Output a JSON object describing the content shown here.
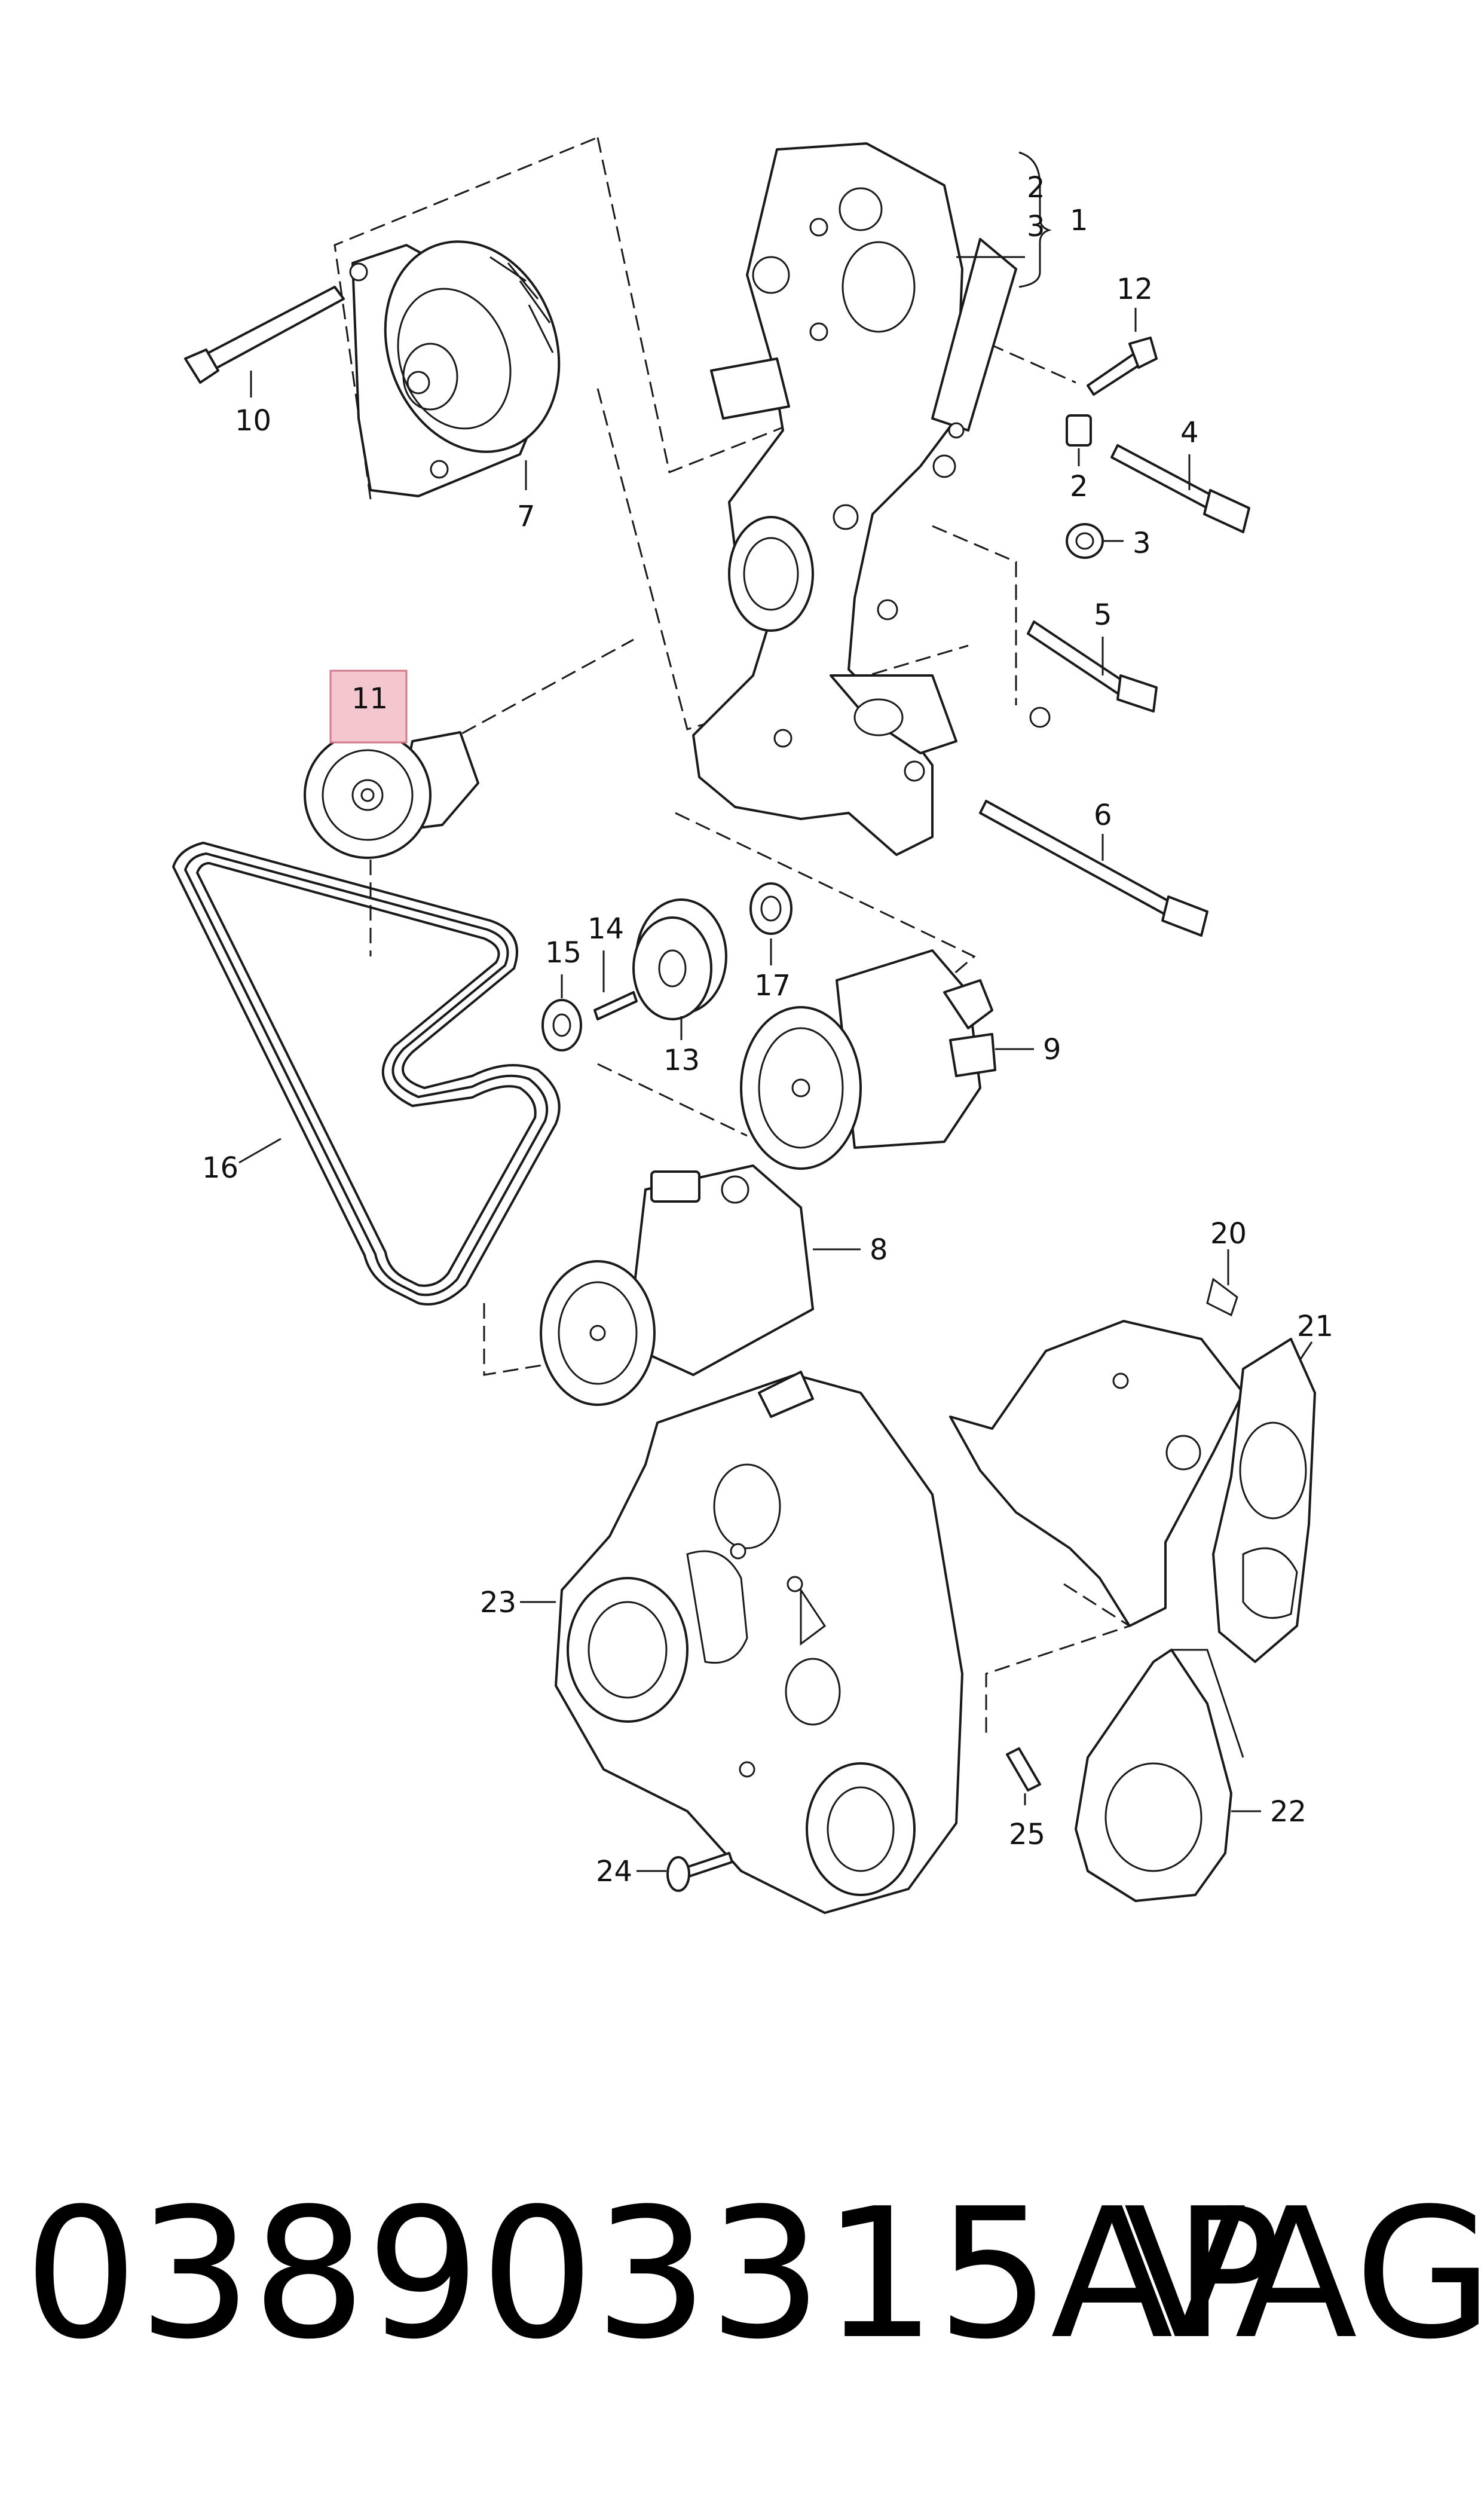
{
  "diagram": {
    "highlight_color": "#f4c7cf",
    "callouts": [
      {
        "id": "c1",
        "label": "1"
      },
      {
        "id": "c2a",
        "label": "2"
      },
      {
        "id": "c3a",
        "label": "3"
      },
      {
        "id": "c12",
        "label": "12"
      },
      {
        "id": "c4",
        "label": "4"
      },
      {
        "id": "c2b",
        "label": "2"
      },
      {
        "id": "c3b",
        "label": "3"
      },
      {
        "id": "c5",
        "label": "5"
      },
      {
        "id": "c6",
        "label": "6"
      },
      {
        "id": "c7",
        "label": "7"
      },
      {
        "id": "c10",
        "label": "10"
      },
      {
        "id": "c11",
        "label": "11",
        "highlighted": true
      },
      {
        "id": "c14",
        "label": "14"
      },
      {
        "id": "c15",
        "label": "15"
      },
      {
        "id": "c17",
        "label": "17"
      },
      {
        "id": "c13",
        "label": "13"
      },
      {
        "id": "c9",
        "label": "9"
      },
      {
        "id": "c16",
        "label": "16"
      },
      {
        "id": "c8",
        "label": "8"
      },
      {
        "id": "c20",
        "label": "20"
      },
      {
        "id": "c21",
        "label": "21"
      },
      {
        "id": "c23",
        "label": "23"
      },
      {
        "id": "c25",
        "label": "25"
      },
      {
        "id": "c22",
        "label": "22"
      },
      {
        "id": "c24",
        "label": "24"
      }
    ]
  },
  "footer": {
    "part_number": "038903315AP",
    "brand": "VAG"
  }
}
